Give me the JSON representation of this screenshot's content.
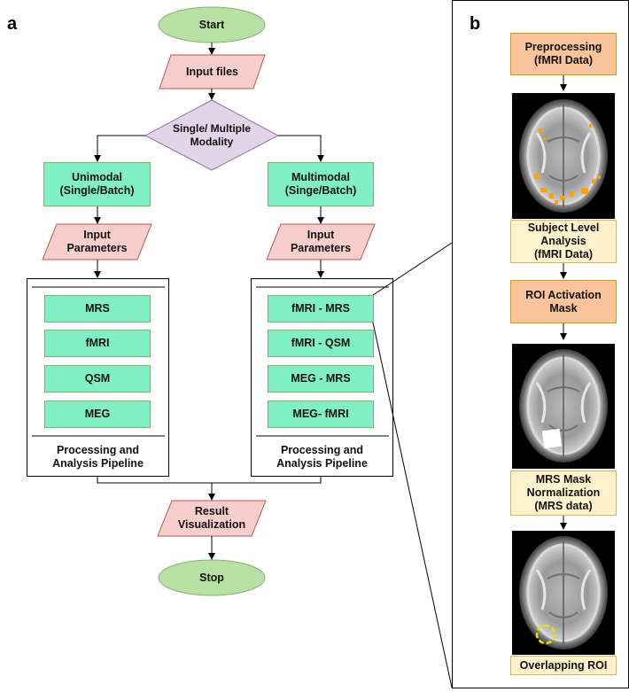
{
  "panel_a": {
    "letter": "a",
    "start": "Start",
    "input_files": "Input files",
    "decision": "Single/ Multiple\nModality",
    "unimodal": "Unimodal\n(Single/Batch)",
    "multimodal": "Multimodal\n(Singe/Batch)",
    "input_params_left": "Input\nParameters",
    "input_params_right": "Input\nParameters",
    "left_items": [
      "MRS",
      "fMRI",
      "QSM",
      "MEG"
    ],
    "right_items": [
      "fMRI - MRS",
      "fMRI - QSM",
      "MEG - MRS",
      "MEG- fMRI"
    ],
    "pipeline_left": "Processing and\nAnalysis Pipeline",
    "pipeline_right": "Processing and\nAnalysis Pipeline",
    "result": "Result\nVisualization",
    "stop": "Stop"
  },
  "panel_b": {
    "letter": "b",
    "preprocessing": "Preprocessing\n(fMRI Data)",
    "subject_level": "Subject Level\nAnalysis\n(fMRI Data)",
    "roi_mask": "ROI Activation\nMask",
    "mrs_mask": "MRS Mask\nNormalization\n(MRS data)",
    "overlap": "Overlapping ROI"
  },
  "colors": {
    "terminal_fill": "#b9e0a5",
    "io_fill": "#f8cecc",
    "decision_fill": "#e1d5e7",
    "process_fill": "#7ff0c6",
    "orange_fill": "#f9c49b",
    "yellow_fill": "#fff2cc",
    "activation": "#ffa200"
  }
}
